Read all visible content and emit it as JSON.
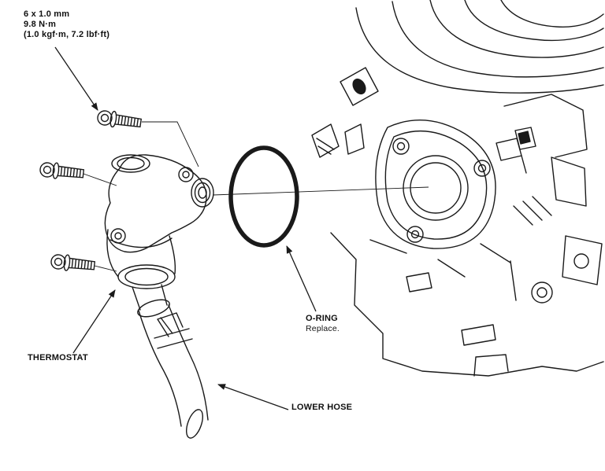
{
  "page": {
    "background": "#ffffff",
    "line_color": "#1a1a1a"
  },
  "diagram": {
    "bolt_spec": {
      "size": "6 x 1.0 mm",
      "torque": "9.8 N·m",
      "torque_alt": "(1.0 kgf·m, 7.2 lbf·ft)"
    },
    "labels": {
      "o_ring": {
        "title": "O-RING",
        "note": "Replace."
      },
      "thermostat": "THERMOSTAT",
      "lower_hose": "LOWER HOSE"
    }
  }
}
